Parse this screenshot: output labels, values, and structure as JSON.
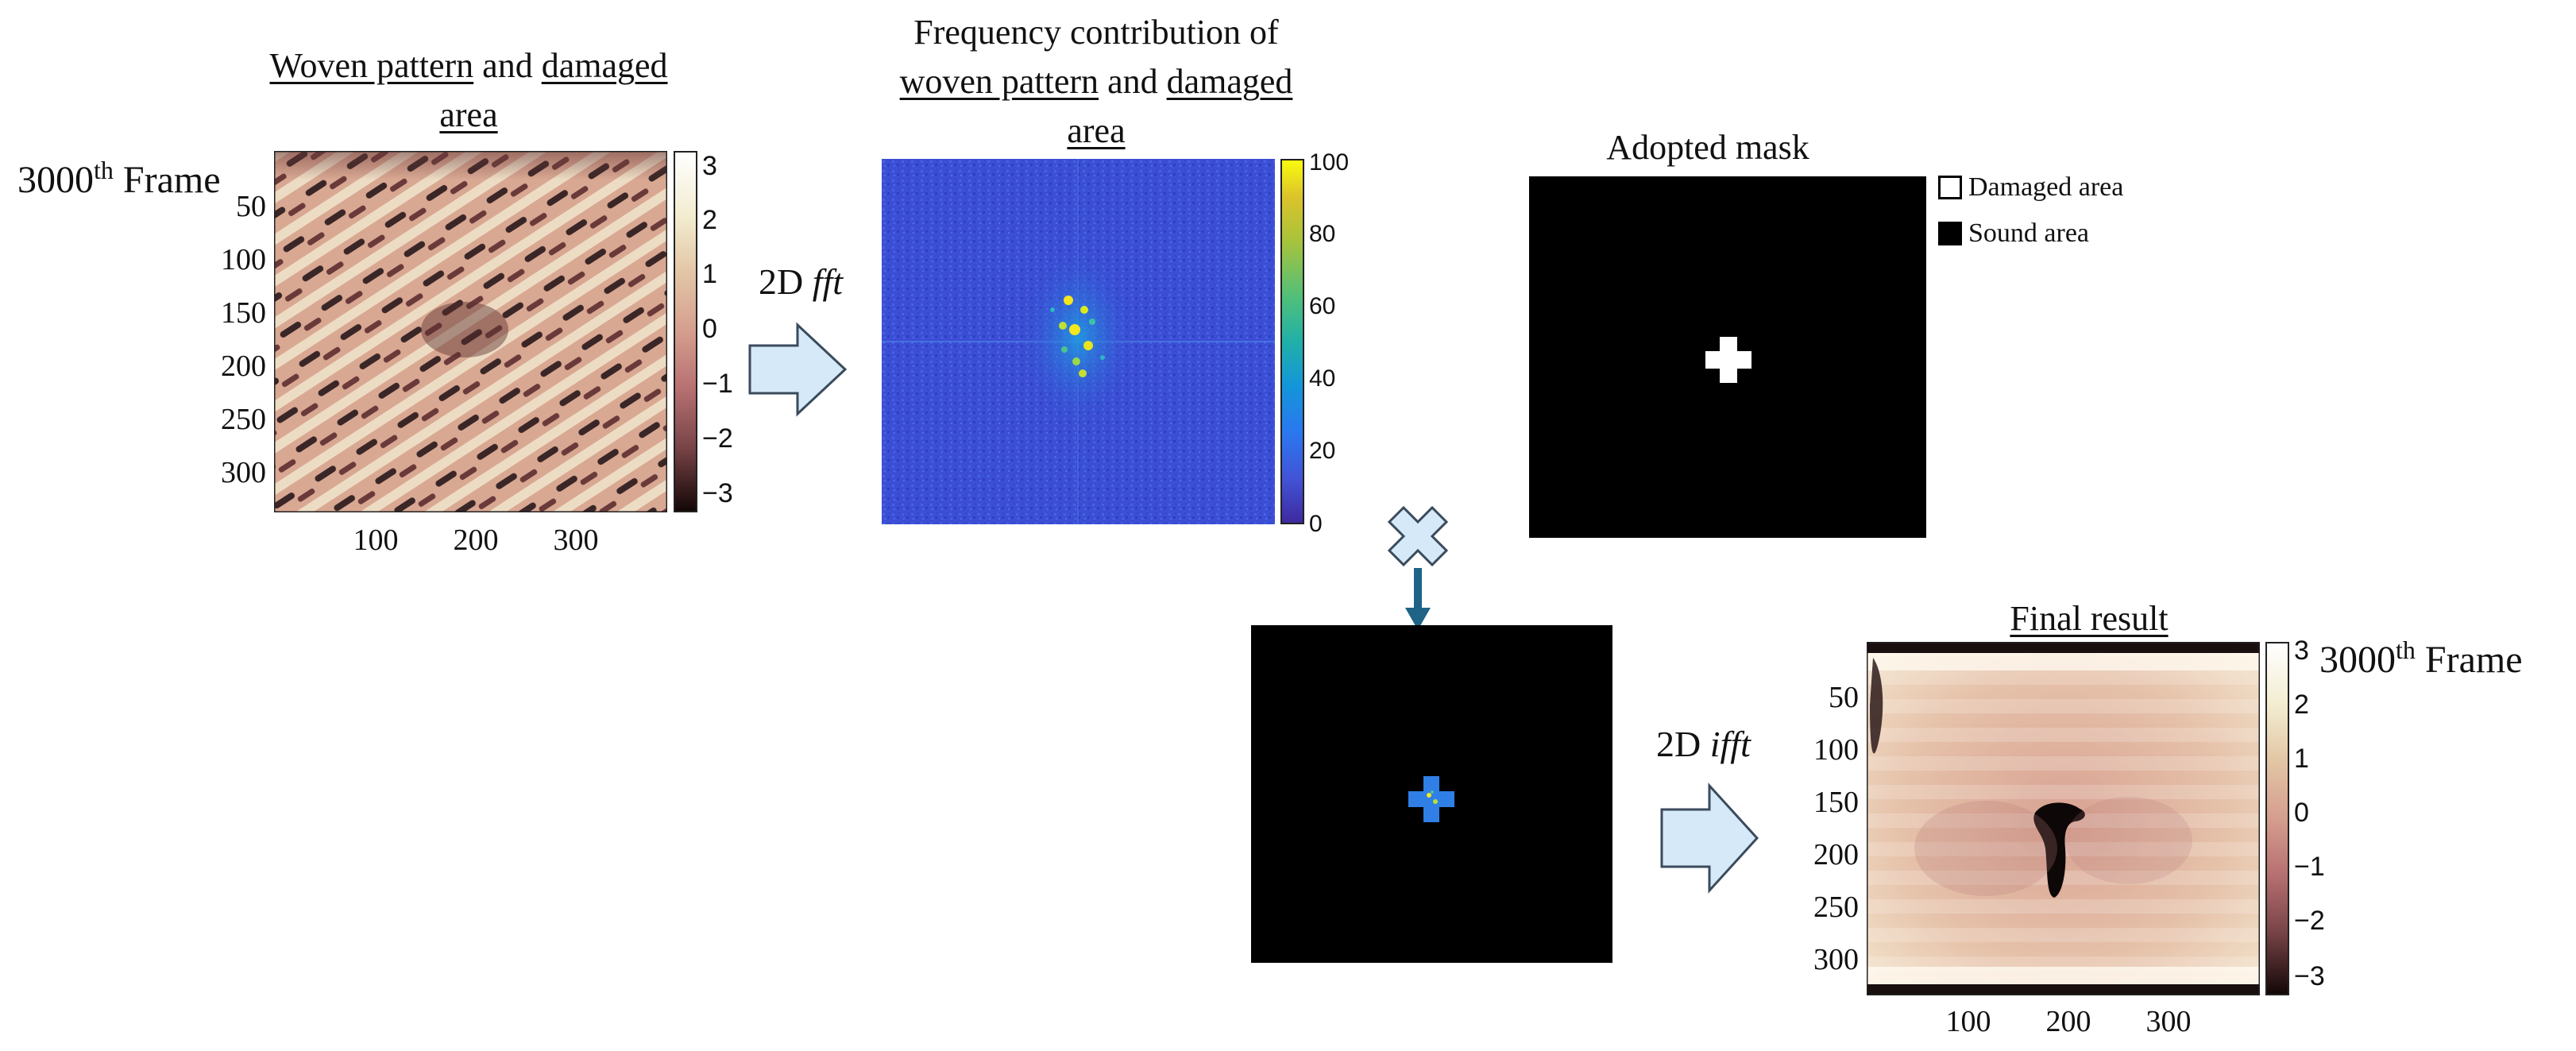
{
  "panel1": {
    "title_part1": "Woven pattern",
    "title_and": " and ",
    "title_part2": "damaged",
    "title_line2": "area",
    "frame_number": "3000",
    "frame_suffix": "th",
    "frame_word": " Frame",
    "y_ticks": [
      "50",
      "100",
      "150",
      "200",
      "250",
      "300"
    ],
    "x_ticks": [
      "100",
      "200",
      "300"
    ],
    "colorbar_ticks": [
      "3",
      "2",
      "1",
      "0",
      "−1",
      "−2",
      "−3"
    ]
  },
  "arrow1": {
    "prefix": "2D ",
    "op": "fft"
  },
  "panel2": {
    "title_line1": "Frequency contribution of",
    "title_part1": "woven pattern",
    "title_and": " and ",
    "title_part2": "damaged",
    "title_line3": "area",
    "colorbar_ticks": [
      "100",
      "80",
      "60",
      "40",
      "20",
      "0"
    ]
  },
  "panel3": {
    "title": "Adopted mask",
    "legend": [
      {
        "label": "Damaged area",
        "color": "#ffffff"
      },
      {
        "label": "Sound area",
        "color": "#000000"
      }
    ]
  },
  "multiply_symbol": "multiply-cross",
  "arrow2": {
    "prefix": "2D ",
    "op": "ifft"
  },
  "panel5": {
    "title": "Final result",
    "frame_number": "3000",
    "frame_suffix": "th",
    "frame_word": " Frame",
    "y_ticks": [
      "50",
      "100",
      "150",
      "200",
      "250",
      "300"
    ],
    "x_ticks": [
      "100",
      "200",
      "300"
    ],
    "colorbar_ticks": [
      "3",
      "2",
      "1",
      "0",
      "−1",
      "−2",
      "−3"
    ]
  },
  "colors": {
    "arrow_fill": "#d6e9f8",
    "arrow_stroke": "#3a4b5c",
    "down_arrow": "#1f6386",
    "cross_fill": "#d6e9f8",
    "parula_bg": "#3a4fd6"
  }
}
